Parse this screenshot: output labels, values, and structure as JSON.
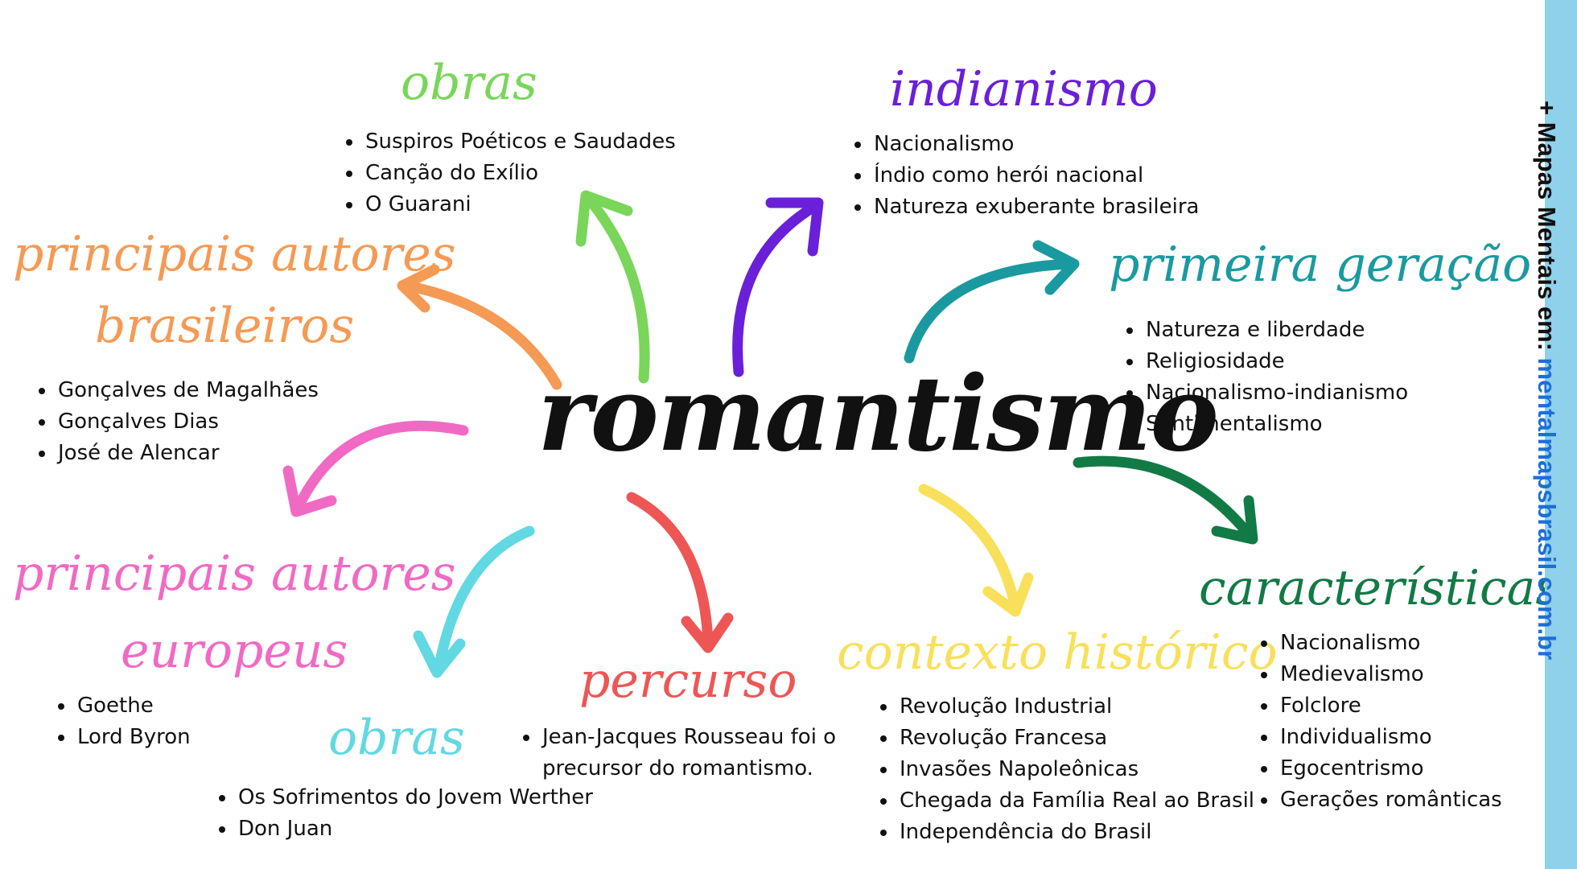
{
  "central_topic": "romantismo",
  "sidebar": {
    "prefix": "+ Mapas Mentais em: ",
    "url": "mentalmapsbrasil.com.br"
  },
  "branches": {
    "obras_top": {
      "title": "obras",
      "color": "#7ad65a",
      "items": [
        "Suspiros Poéticos e Saudades",
        "Canção do Exílio",
        "O Guarani"
      ]
    },
    "indianismo": {
      "title": "indianismo",
      "color": "#6a1fd8",
      "items": [
        "Nacionalismo",
        "Índio como herói nacional",
        "Natureza exuberante brasileira"
      ]
    },
    "primeira_geracao": {
      "title": "primeira geração",
      "color": "#1a9aa0",
      "items": [
        "Natureza e liberdade",
        "Religiosidade",
        "Nacionalismo-indianismo",
        "Sentimentalismo"
      ]
    },
    "autores_brasileiros": {
      "title_line1": "principais autores",
      "title_line2": "brasileiros",
      "color": "#f59a54",
      "items": [
        "Gonçalves de Magalhães",
        "Gonçalves Dias",
        "José de Alencar"
      ]
    },
    "autores_europeus": {
      "title_line1": "principais autores",
      "title_line2": "europeus",
      "color": "#f06ac4",
      "items": [
        "Goethe",
        "Lord Byron"
      ]
    },
    "obras_bottom": {
      "title": "obras",
      "color": "#62d8e2",
      "items": [
        "Os Sofrimentos do Jovem Werther",
        "Don Juan"
      ]
    },
    "percurso": {
      "title": "percurso",
      "color": "#ee5656",
      "items": [
        "Jean-Jacques Rousseau foi o",
        "precursor do romantismo."
      ]
    },
    "contexto_historico": {
      "title": "contexto histórico",
      "color": "#f8e05a",
      "items": [
        "Revolução Industrial",
        "Revolução Francesa",
        "Invasões Napoleônicas",
        "Chegada da Família Real ao Brasil",
        "Independência do Brasil"
      ]
    },
    "caracteristicas": {
      "title": "características",
      "color": "#127a45",
      "items": [
        "Nacionalismo",
        "Medievalismo",
        "Folclore",
        "Individualismo",
        "Egocentrismo",
        "Gerações românticas"
      ]
    }
  }
}
